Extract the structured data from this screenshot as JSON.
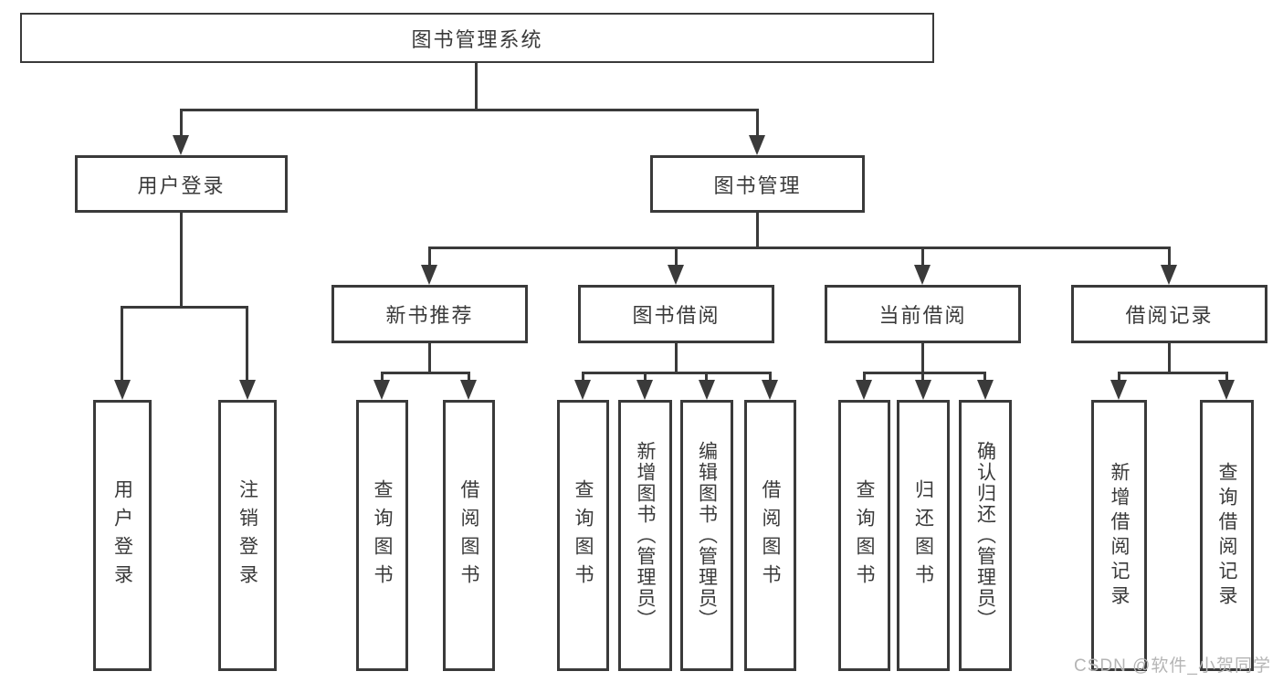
{
  "diagram": {
    "root": {
      "label": "图书管理系统"
    },
    "branches": [
      {
        "label": "用户登录",
        "children": [
          {
            "label": "用户登录"
          },
          {
            "label": "注销登录"
          }
        ]
      },
      {
        "label": "图书管理",
        "children": [
          {
            "label": "新书推荐",
            "children": [
              {
                "label": "查询图书"
              },
              {
                "label": "借阅图书"
              }
            ]
          },
          {
            "label": "图书借阅",
            "children": [
              {
                "label": "查询图书"
              },
              {
                "label": "新增图书（管理员）"
              },
              {
                "label": "编辑图书（管理员）"
              },
              {
                "label": "借阅图书"
              }
            ]
          },
          {
            "label": "当前借阅",
            "children": [
              {
                "label": "查询图书"
              },
              {
                "label": "归还图书"
              },
              {
                "label": "确认归还（管理员）"
              }
            ]
          },
          {
            "label": "借阅记录",
            "children": [
              {
                "label": "新增借阅记录"
              },
              {
                "label": "查询借阅记录"
              }
            ]
          }
        ]
      }
    ]
  },
  "watermark": {
    "text": "CSDN @软件_小贺同学"
  },
  "colors": {
    "line": "#3a3a3a",
    "text": "#3a3a3a",
    "watermark": "#b5b5b5",
    "background": "#ffffff"
  }
}
